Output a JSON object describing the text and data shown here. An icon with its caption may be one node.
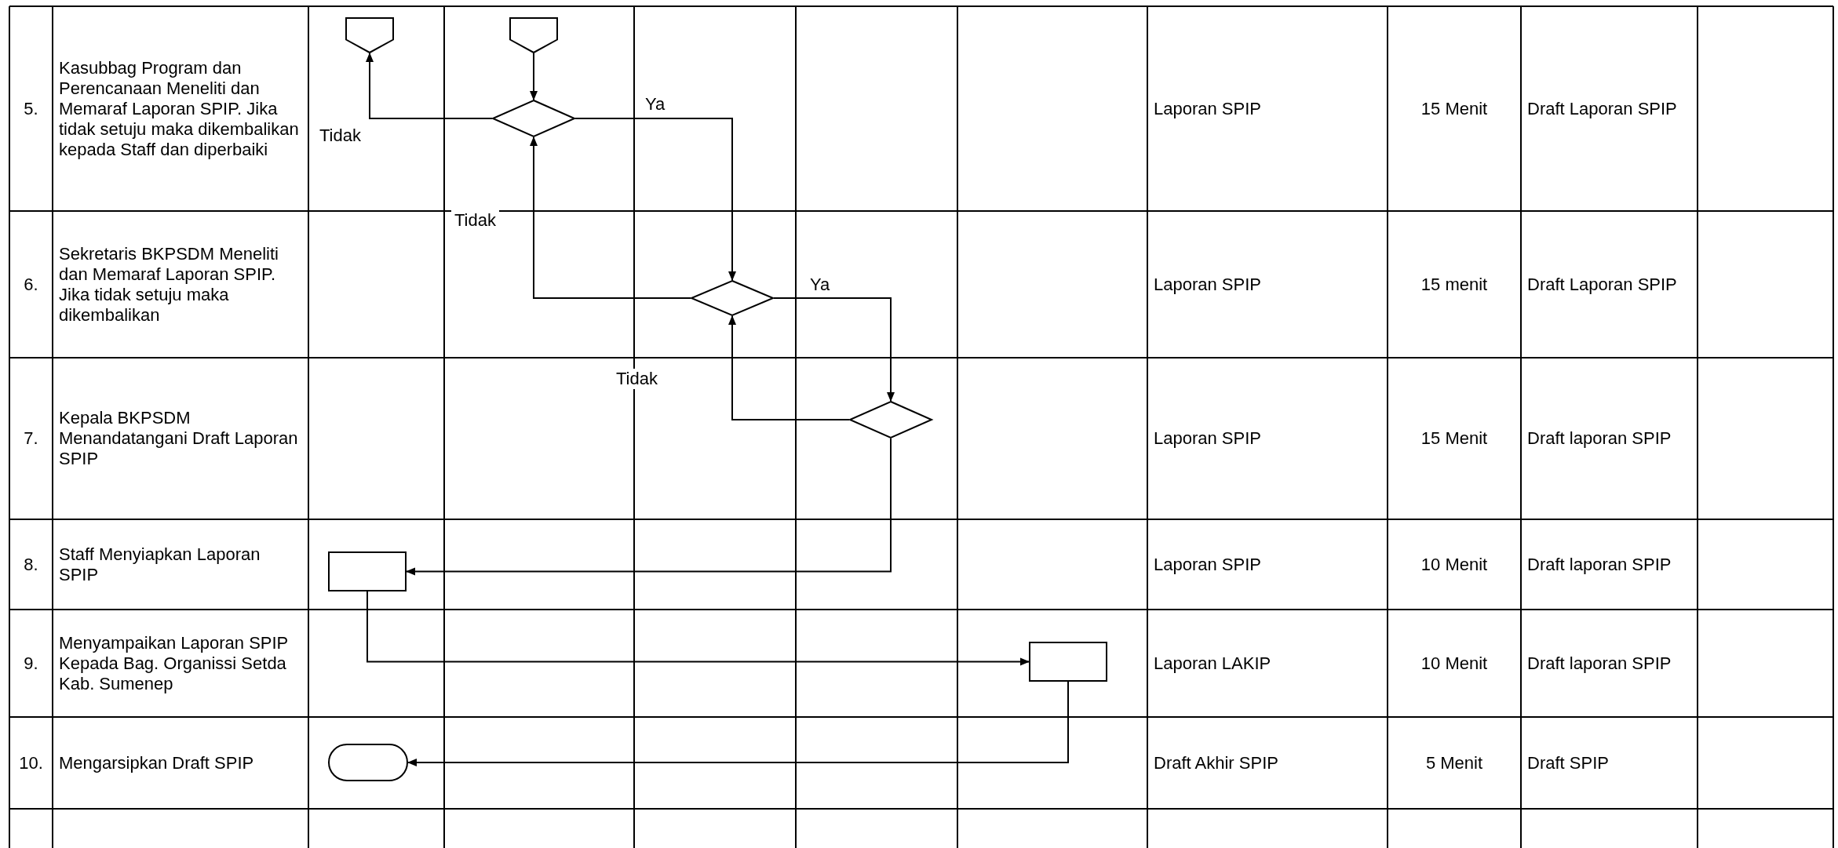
{
  "diagram": {
    "nodes": [
      {
        "text": [],
        "shape": "pentagon"
      },
      {
        "text": [],
        "shape": "pentagon"
      },
      {
        "text": [],
        "shape": "diamond"
      },
      {
        "text": [],
        "shape": "diamond"
      },
      {
        "text": [],
        "shape": "diamond"
      },
      {
        "text": [],
        "shape": "box"
      },
      {
        "text": [],
        "shape": "box"
      },
      {
        "text": [],
        "shape": "capsule"
      }
    ],
    "edges": [
      {
        "from": 1,
        "to": 2,
        "arrow": "to"
      },
      {
        "from": 2,
        "to": 0,
        "arrow": "to",
        "label": "Tidak"
      },
      {
        "from": 2,
        "to": 3,
        "arrow": "to",
        "label": "Ya"
      },
      {
        "from": 3,
        "to": 2,
        "arrow": "to",
        "label": "Tidak"
      },
      {
        "from": 3,
        "to": 4,
        "arrow": "to",
        "label": "Ya"
      },
      {
        "from": 4,
        "to": 3,
        "arrow": "to",
        "label": "Tidak"
      },
      {
        "from": 4,
        "to": 5,
        "arrow": "to"
      },
      {
        "from": 5,
        "to": 6,
        "arrow": "to"
      },
      {
        "from": 6,
        "to": 7,
        "arrow": "to"
      }
    ],
    "labels": [
      "5.",
      "Kasubbag Program dan Perencanaan Meneliti dan Memaraf Laporan SPIP. Jika tidak setuju maka dikembalikan kepada Staff dan diperbaiki",
      "Laporan SPIP",
      "15 Menit",
      "Draft Laporan SPIP",
      "6.",
      "Sekretaris BKPSDM Meneliti dan Memaraf Laporan SPIP. Jika tidak setuju maka dikembalikan",
      "Laporan SPIP",
      "15 menit",
      "Draft Laporan SPIP",
      "7.",
      "Kepala BKPSDM Menandatangani Draft Laporan SPIP",
      "Laporan SPIP",
      "15 Menit",
      "Draft laporan SPIP",
      "8.",
      "Staff Menyiapkan Laporan SPIP",
      "Laporan SPIP",
      "10 Menit",
      "Draft laporan SPIP",
      "9.",
      "Menyampaikan Laporan SPIP Kepada Bag. Organissi Setda Kab. Sumenep",
      "Laporan LAKIP",
      "10 Menit",
      "Draft laporan SPIP",
      "10.",
      "Mengarsipkan Draft SPIP",
      "Draft Akhir SPIP",
      "5 Menit",
      "Draft SPIP"
    ]
  }
}
